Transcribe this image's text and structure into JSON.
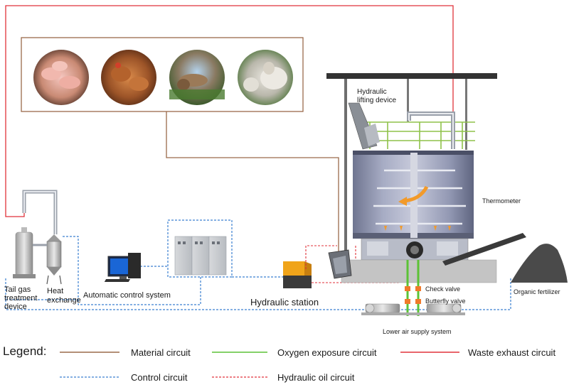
{
  "labels": {
    "hydraulic_lifting_device": "Hydraulic\nlifting device",
    "thermometer": "Thermometer",
    "tail_gas": "Tail gas\ntreatment\ndevice",
    "heat_exchange": "Heat\nexchange",
    "auto_control": "Automatic control system",
    "hydraulic_station": "Hydraulic station",
    "check_valve": "Check valve",
    "butterfly_valve": "Butterfly valve",
    "lower_air": "Lower air supply system",
    "organic_fertilizer": "Organic fertilizer"
  },
  "legend": {
    "title": "Legend:",
    "items": [
      {
        "label": "Material circuit",
        "color": "#9a6a4a",
        "style": "solid"
      },
      {
        "label": "Oxygen exposure circuit",
        "color": "#5cc236",
        "style": "solid"
      },
      {
        "label": "Waste exhaust circuit",
        "color": "#e0323a",
        "style": "solid"
      },
      {
        "label": "Control circuit",
        "color": "#3a7fd0",
        "style": "dashed"
      },
      {
        "label": "Hydraulic oil circuit",
        "color": "#e0323a",
        "style": "dashed"
      }
    ]
  },
  "animals": [
    "pigs-photo",
    "chickens-photo",
    "cows-photo",
    "sheep-photo"
  ]
}
